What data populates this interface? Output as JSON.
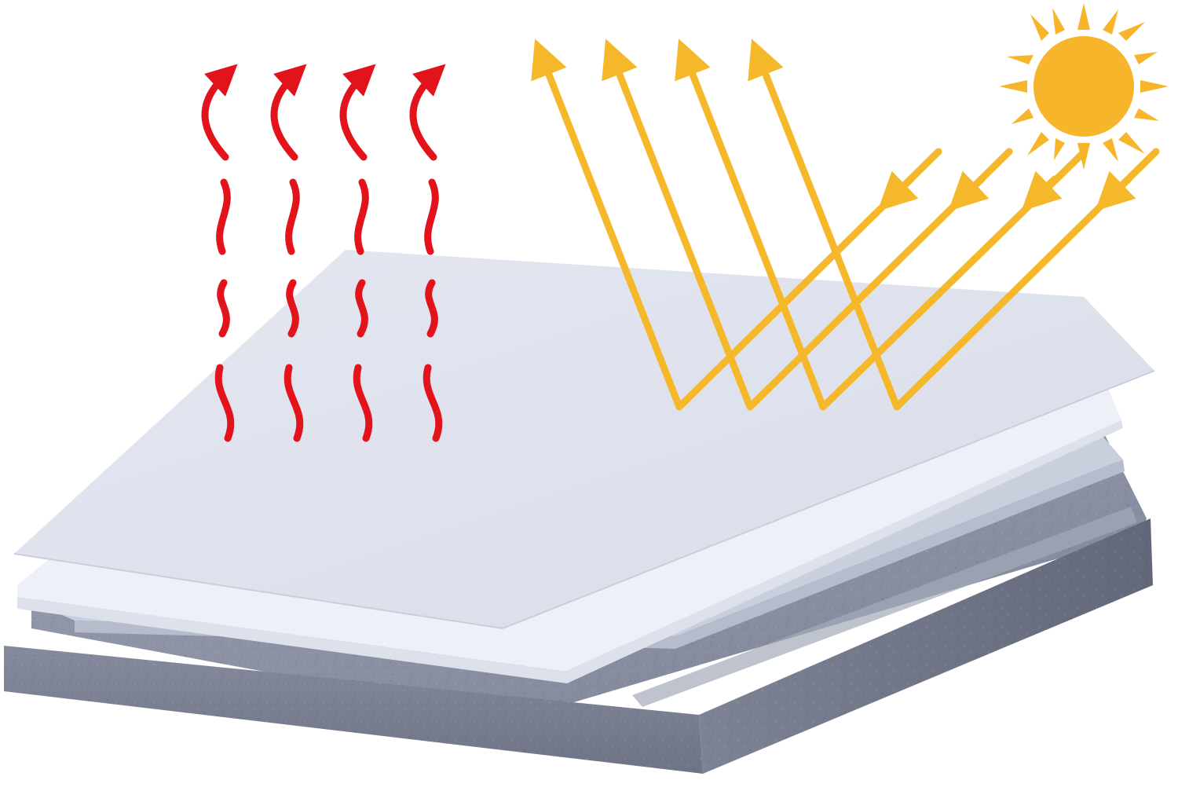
{
  "diagram": {
    "type": "illustration",
    "subject": "reflective-roof-coating-layers",
    "colors": {
      "background": "#ffffff",
      "heat_arrow": "#e3131b",
      "sunlight": "#f5b82a",
      "sun": "#f7b52c",
      "top_layer": "#dfe3ee",
      "middle_layer": "#eef0f7",
      "membrane_edge": "#c9cfdd",
      "concrete_top": "#8b90a1",
      "concrete_front": "#7b8193",
      "concrete_side": "#6f7587"
    },
    "elements": {
      "sun": {
        "icon": "sun-icon"
      },
      "heat_emission_arrows": {
        "count": 4,
        "icon": "wavy-arrow-icon"
      },
      "sunlight_rays": {
        "count": 4,
        "icon": "reflected-ray-icon"
      },
      "layers": [
        "top-coating-layer",
        "middle-coating-layer",
        "membrane-layer",
        "concrete-slab"
      ]
    }
  }
}
